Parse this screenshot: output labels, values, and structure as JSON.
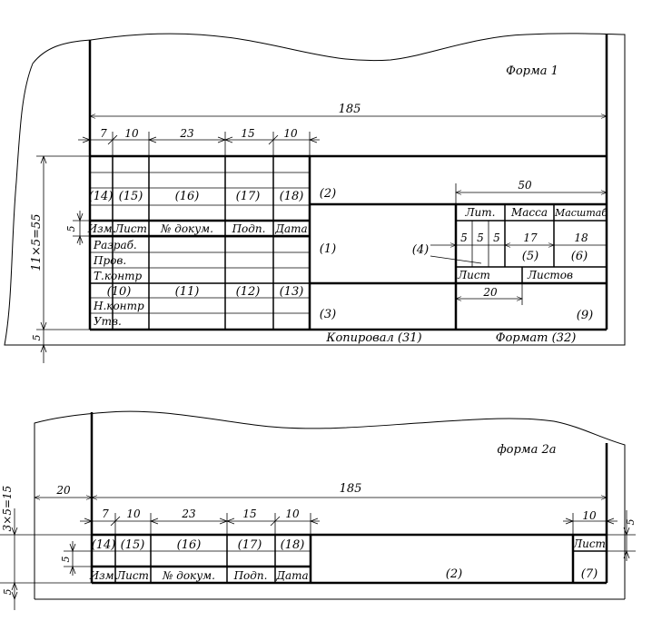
{
  "form1": {
    "title": "Форма 1",
    "dims": {
      "total": "185",
      "c1": "7",
      "c2": "10",
      "c3": "23",
      "c4": "15",
      "c5": "10",
      "right_width": "50",
      "lit_sub1": "5",
      "lit_sub2": "5",
      "lit_sub3": "5",
      "lit_sub_count": "17",
      "lit_scale_width": "18",
      "list_width": "20",
      "height": "11×5=55",
      "row_height": "5",
      "bottom_height": "5"
    },
    "cells": {
      "n14": "(14)",
      "n15": "(15)",
      "n16": "(16)",
      "n17": "(17)",
      "n18": "(18)",
      "n2": "(2)",
      "n1": "(1)",
      "n4": "(4)",
      "n3": "(3)",
      "n9": "(9)",
      "n5": "(5)",
      "n6": "(6)",
      "n10": "(10)",
      "n11": "(11)",
      "n12": "(12)",
      "n13": "(13)"
    },
    "headers": {
      "izm": "Изм.",
      "list": "Лист",
      "doc": "№ докум.",
      "podp": "Подп.",
      "date": "Дата",
      "lit": "Лит.",
      "massa": "Масса",
      "masshtab": "Масштаб",
      "sheet": "Лист",
      "sheets": "Листов"
    },
    "rows": {
      "razrab": "Разраб.",
      "prov": "Пров.",
      "tkontr": "Т.контр",
      "nkontr": "Н.контр",
      "utv": "Утв."
    },
    "footer": {
      "copied": "Копировал (31)",
      "format": "Формат (32)"
    }
  },
  "form2a": {
    "title": "форма 2а",
    "dims": {
      "left_margin": "20",
      "total": "185",
      "c1": "7",
      "c2": "10",
      "c3": "23",
      "c4": "15",
      "c5": "10",
      "sheet_width": "10",
      "sheet_height": "5",
      "height": "3×5=15",
      "row_height": "5",
      "bottom_height": "5"
    },
    "cells": {
      "n14": "(14)",
      "n15": "(15)",
      "n16": "(16)",
      "n17": "(17)",
      "n18": "(18)",
      "n2": "(2)",
      "n7": "(7)"
    },
    "headers": {
      "izm": "Изм.",
      "list": "Лист",
      "doc": "№ докум.",
      "podp": "Подп.",
      "date": "Дата",
      "sheet": "Лист"
    }
  }
}
